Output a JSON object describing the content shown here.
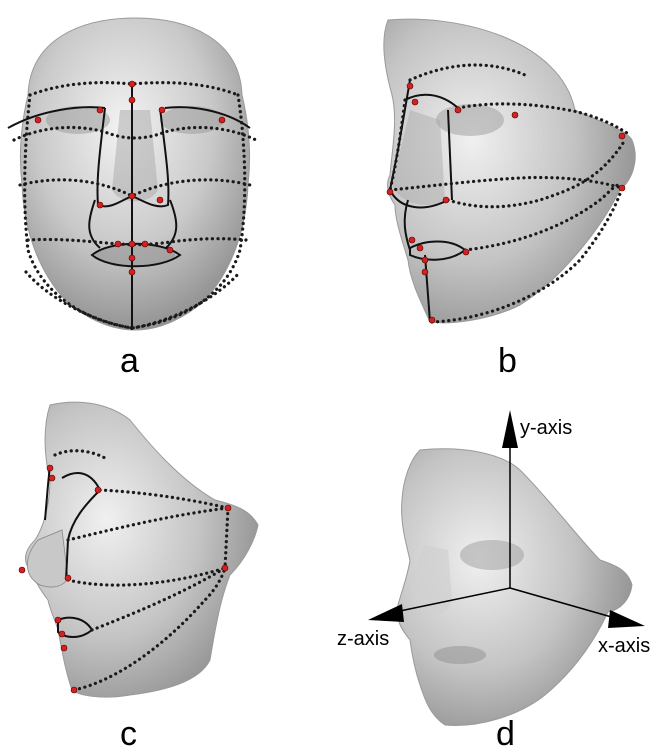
{
  "figure": {
    "panels": [
      {
        "id": "a",
        "label": "a",
        "view": "frontal face mesh with landmark points and dotted curves"
      },
      {
        "id": "b",
        "label": "b",
        "view": "three-quarter face mesh with landmark points and dotted curves"
      },
      {
        "id": "c",
        "label": "c",
        "view": "profile face mesh with landmark points and dotted curves"
      },
      {
        "id": "d",
        "label": "d",
        "view": "three-quarter face mesh with coordinate axes"
      }
    ],
    "axes": {
      "y": "y-axis",
      "z": "z-axis",
      "x": "x-axis"
    },
    "colors": {
      "mesh_fill": "#bdbdbd",
      "mesh_highlight": "#f2f2f2",
      "mesh_shadow": "#7a7a7a",
      "dotted_curves": "#1a1a1a",
      "landmarks": "#d42020",
      "axes": "#000000"
    }
  }
}
